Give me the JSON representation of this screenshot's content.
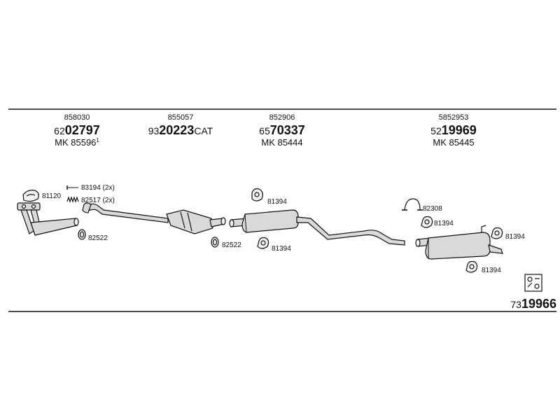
{
  "columns": [
    {
      "ref": "858030",
      "prefix": "62",
      "code": "02797",
      "suffix": "",
      "mk": "MK  85596",
      "mk_sup": "1"
    },
    {
      "ref": "855057",
      "prefix": "93",
      "code": "20223",
      "suffix": "CAT",
      "mk": "",
      "mk_sup": ""
    },
    {
      "ref": "852906",
      "prefix": "65",
      "code": "70337",
      "suffix": "",
      "mk": "MK  85444",
      "mk_sup": ""
    },
    {
      "ref": "5852953",
      "prefix": "52",
      "code": "19969",
      "suffix": "",
      "mk": "MK  85445",
      "mk_sup": ""
    }
  ],
  "labels": {
    "p81120": "81120",
    "p83194": "83194 (2x)",
    "p82517": "82517 (2x)",
    "p82522a": "82522",
    "p82522b": "82522",
    "p81394a": "81394",
    "p81394b": "81394",
    "p82308": "82308",
    "p81394c": "81394",
    "p81394d": "81394",
    "p81394e": "81394"
  },
  "footer": {
    "prefix": "73",
    "code": "19966"
  }
}
